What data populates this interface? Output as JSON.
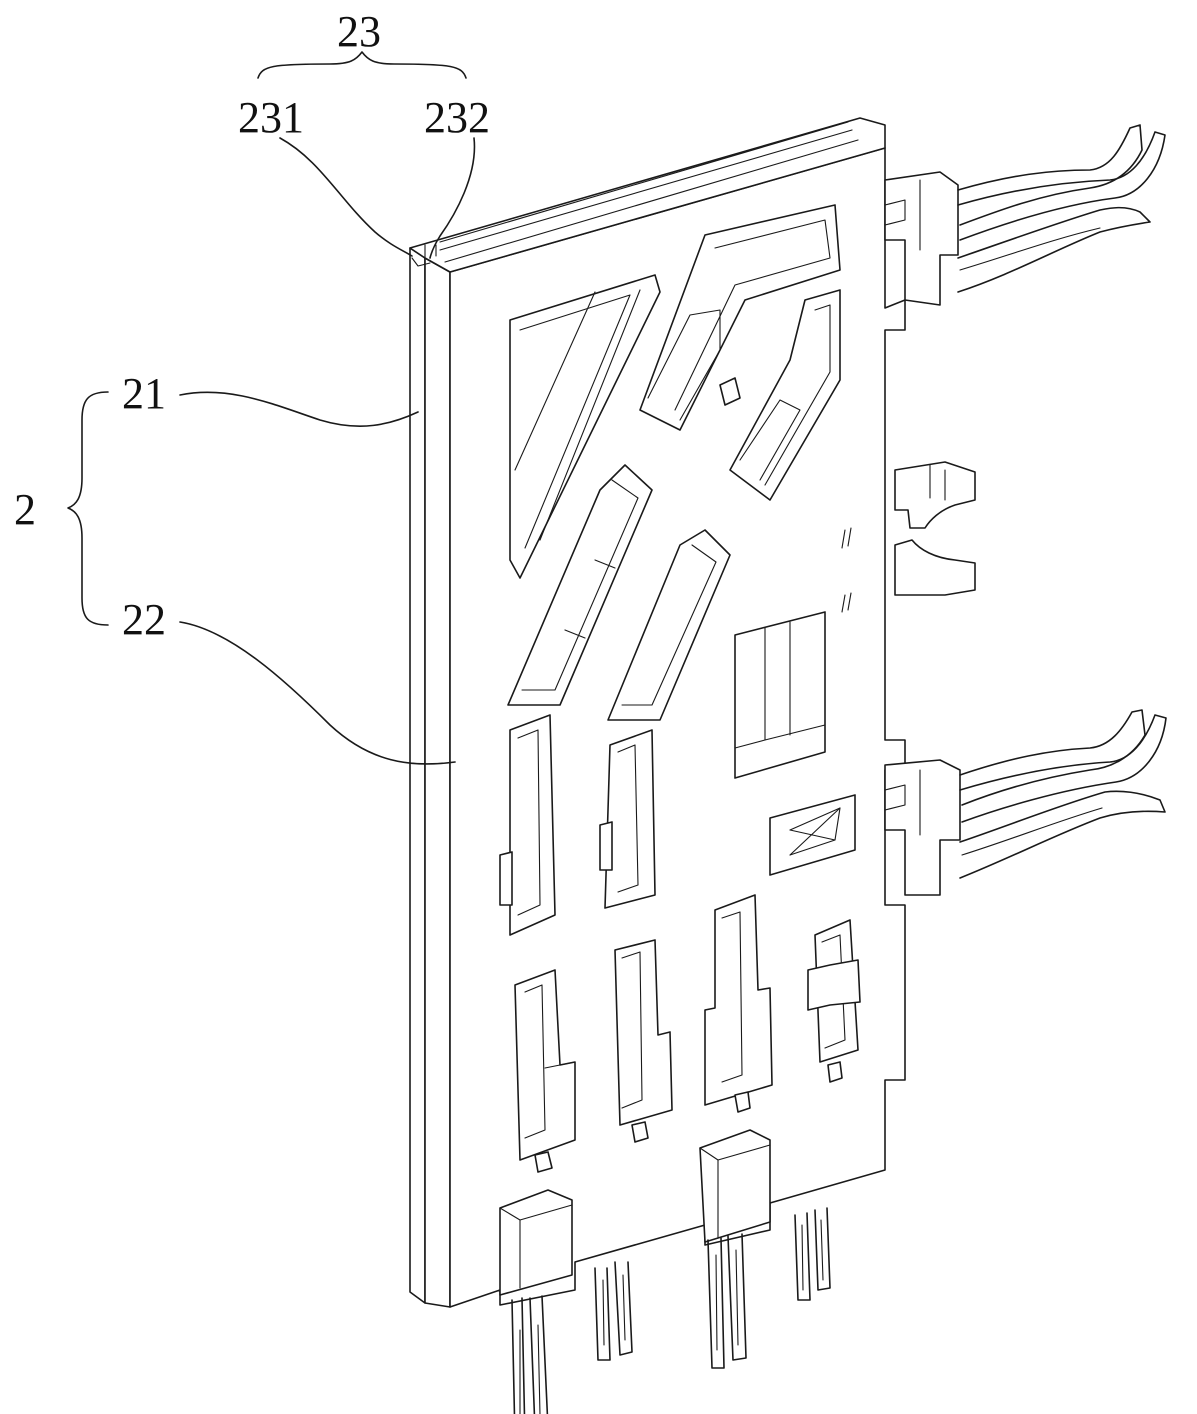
{
  "labels": {
    "l23": "23",
    "l231": "231",
    "l232": "232",
    "l21": "21",
    "l2": "2",
    "l22": "22"
  },
  "colors": {
    "line": "#1a1a1a",
    "background": "#ffffff"
  }
}
